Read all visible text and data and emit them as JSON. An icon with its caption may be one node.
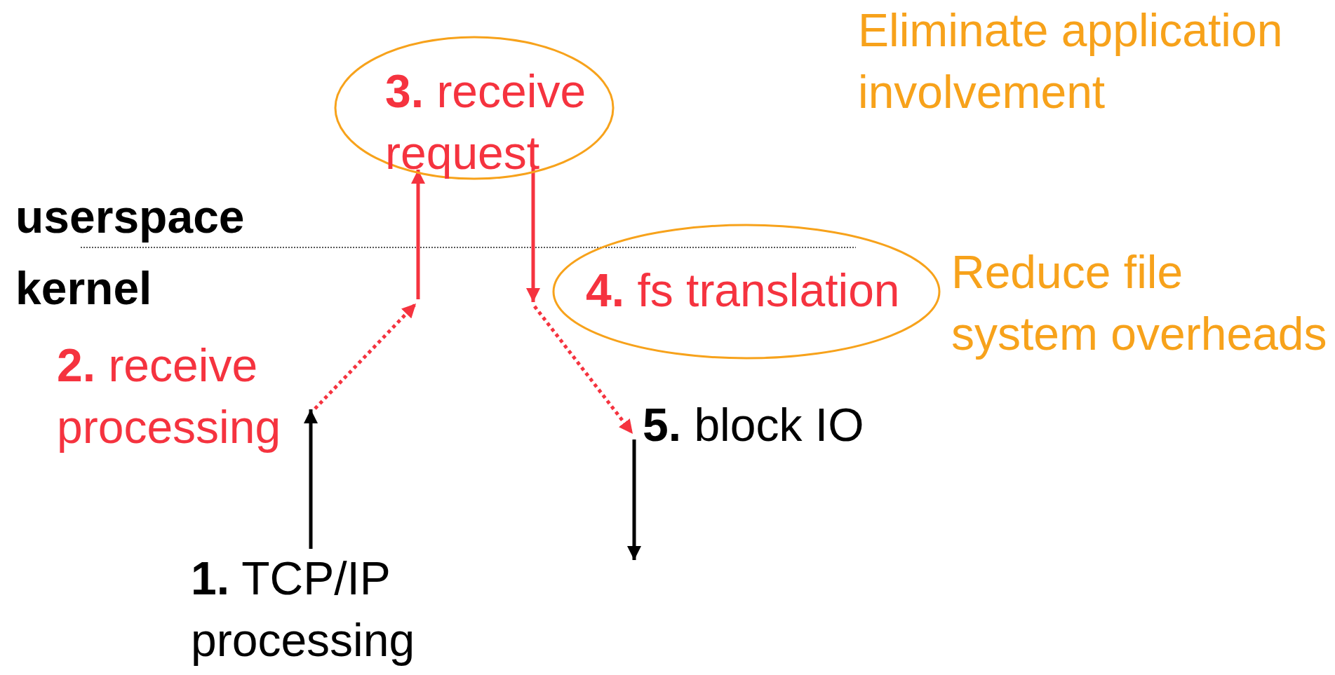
{
  "diagram": {
    "nodes": [
      {
        "text": [
          "**1.** TCP/IP processing"
        ]
      },
      {
        "text": [
          "**2.** receive processing"
        ]
      },
      {
        "text": [
          "**3.** receive request"
        ]
      },
      {
        "text": [
          "**4.** fs translation"
        ],
        "beside": [
          "Reduce file system overheads"
        ]
      },
      {
        "text": [
          "**5.** block IO"
        ]
      }
    ],
    "edges": [
      {
        "from": 0,
        "to": 1,
        "arrow": "to",
        "color": "#000000"
      },
      {
        "from": 1,
        "to": null,
        "arrow": "to",
        "style": "dashed"
      },
      {
        "from": null,
        "to": 2,
        "arrow": "to"
      },
      {
        "from": 2,
        "to": 3,
        "arrow": "to"
      },
      {
        "from": 3,
        "to": 4,
        "arrow": "to",
        "style": "dashed"
      },
      {
        "from": 4,
        "to": null,
        "arrow": "to",
        "color": "#000000"
      }
    ],
    "labels": [
      "Eliminate application involvement",
      "userspace",
      "kernel"
    ]
  }
}
